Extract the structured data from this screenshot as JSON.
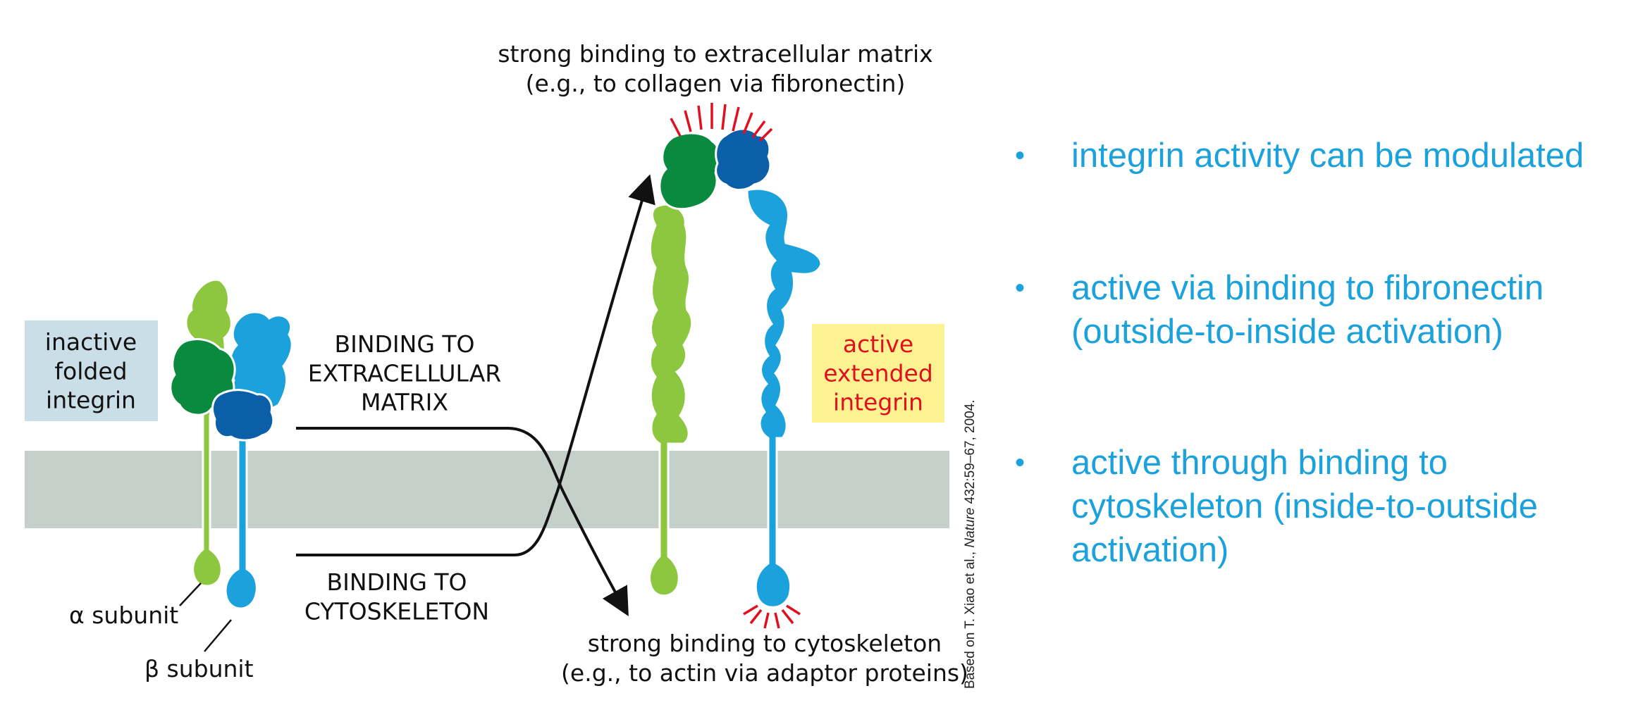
{
  "diagram": {
    "label_inactive": "inactive\nfolded\nintegrin",
    "label_active": "active\nextended\nintegrin",
    "binding_ecm": "BINDING TO\nEXTRACELLULAR\nMATRIX",
    "binding_cyto": "BINDING TO\nCYTOSKELETON",
    "top_caption_line1": "strong binding to extracellular matrix",
    "top_caption_line2": "(e.g., to collagen via fibronectin)",
    "bottom_caption_line1": "strong binding to cytoskeleton",
    "bottom_caption_line2": "(e.g., to actin via adaptor proteins)",
    "alpha_label": "α subunit",
    "beta_label": "β subunit",
    "credit_prefix": "Based on T. Xiao et al., ",
    "credit_journal": "Nature",
    "credit_suffix": " 432:59–67, 2004."
  },
  "bullets": [
    "integrin activity can be modulated",
    "active via binding to fibronectin\n(outside-to-inside activation)",
    "active through binding to\ncytoskeleton (inside-to-outside\nactivation)"
  ],
  "colors": {
    "membrane": "#c6d0cb",
    "alpha_light": "#8dc63f",
    "alpha_dark": "#0a8a3e",
    "beta_light": "#1ba1db",
    "beta_dark": "#0b5fa8",
    "inactive_box": "#c9dee6",
    "active_box": "#fdf291",
    "active_text": "#e0101e",
    "bullet_text": "#1ba1db"
  }
}
